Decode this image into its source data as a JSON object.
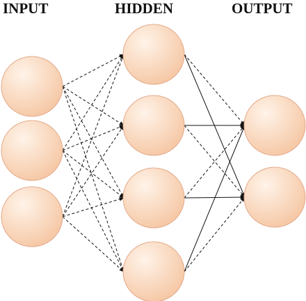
{
  "layers": [
    {
      "label": "INPUT",
      "nodes": 3
    },
    {
      "label": "HIDDEN",
      "nodes": 4
    },
    {
      "label": "OUTPUT",
      "nodes": 2
    }
  ],
  "connections": "fully-connected",
  "colors": {
    "node_fill_light": "#fff3e8",
    "node_fill_dark": "#f5c7a4",
    "node_stroke": "#e3a98a",
    "edge": "#111111",
    "label": "#111111"
  }
}
